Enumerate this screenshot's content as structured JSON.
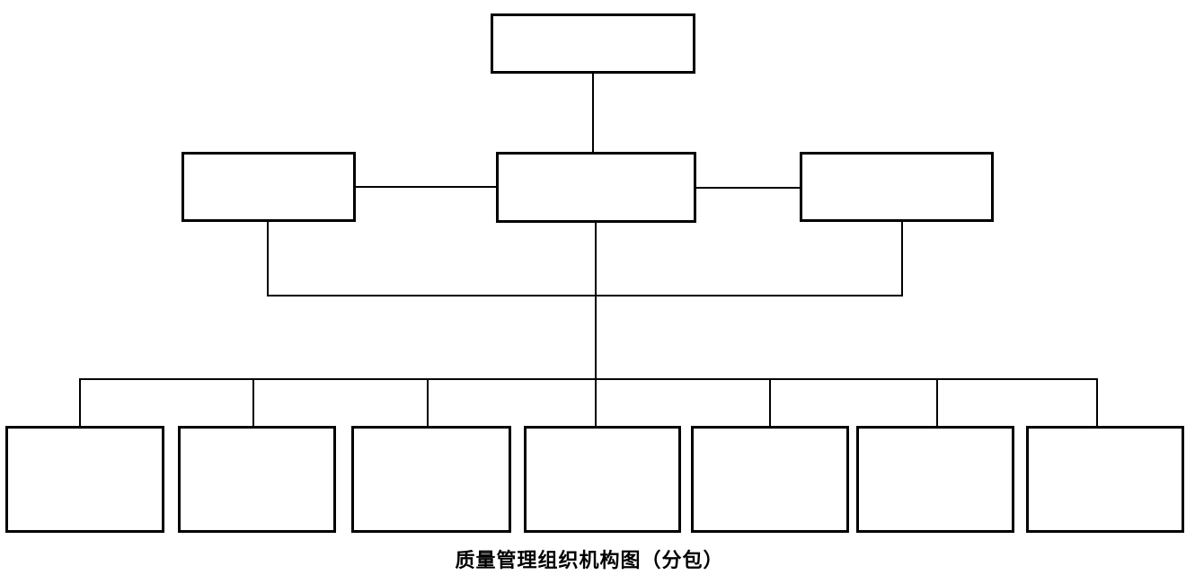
{
  "caption": "质量管理组织机构图（分包）",
  "colors": {
    "background": "#ffffff",
    "line": "#000000",
    "text": "#000000"
  },
  "diagram": {
    "type": "org-chart",
    "levels": {
      "top_count": 1,
      "middle_count": 3,
      "bottom_count": 7
    },
    "nodes": {
      "top": {
        "label": ""
      },
      "mid_left": {
        "label": ""
      },
      "mid_center": {
        "label": ""
      },
      "mid_right": {
        "label": ""
      },
      "bottom_1": {
        "label": ""
      },
      "bottom_2": {
        "label": ""
      },
      "bottom_3": {
        "label": ""
      },
      "bottom_4": {
        "label": ""
      },
      "bottom_5": {
        "label": ""
      },
      "bottom_6": {
        "label": ""
      },
      "bottom_7": {
        "label": ""
      }
    },
    "edges": [
      "top -> mid_center (vertical)",
      "mid_left - mid_center (horizontal)",
      "mid_center - mid_right (horizontal)",
      "mid_left + mid_right -> merge bar below middle row",
      "mid_center -> distribution bar",
      "distribution bar -> bottom_1..bottom_7"
    ]
  }
}
